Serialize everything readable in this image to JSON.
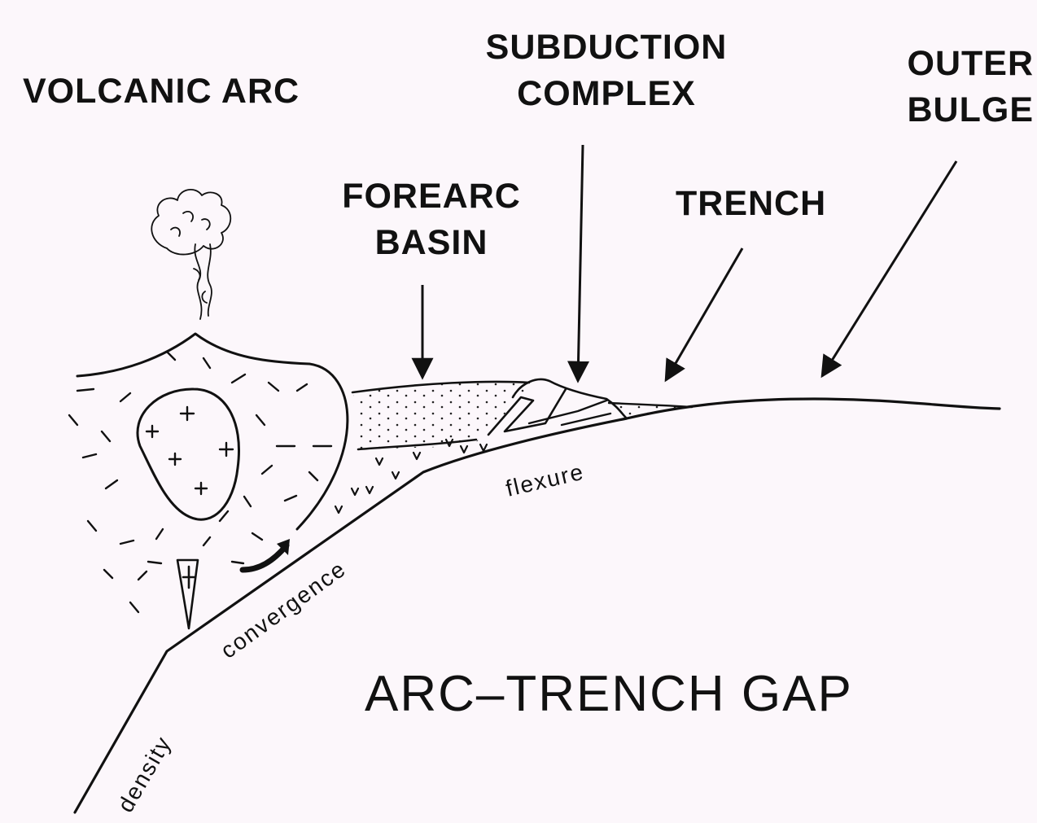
{
  "labels": {
    "volcanic_arc": "VOLCANIC ARC",
    "subduction_complex": [
      "SUBDUCTION",
      "COMPLEX"
    ],
    "outer_bulge": [
      "OUTER",
      "BULGE"
    ],
    "forearc_basin": [
      "FOREARC",
      "BASIN"
    ],
    "trench": "TRENCH",
    "arc_trench_gap": "ARC–TRENCH GAP"
  },
  "processes": {
    "flexure": "flexure",
    "convergence": "convergence",
    "density": "density"
  },
  "colors": {
    "background": "#fcf7fb",
    "ink": "#111111"
  }
}
